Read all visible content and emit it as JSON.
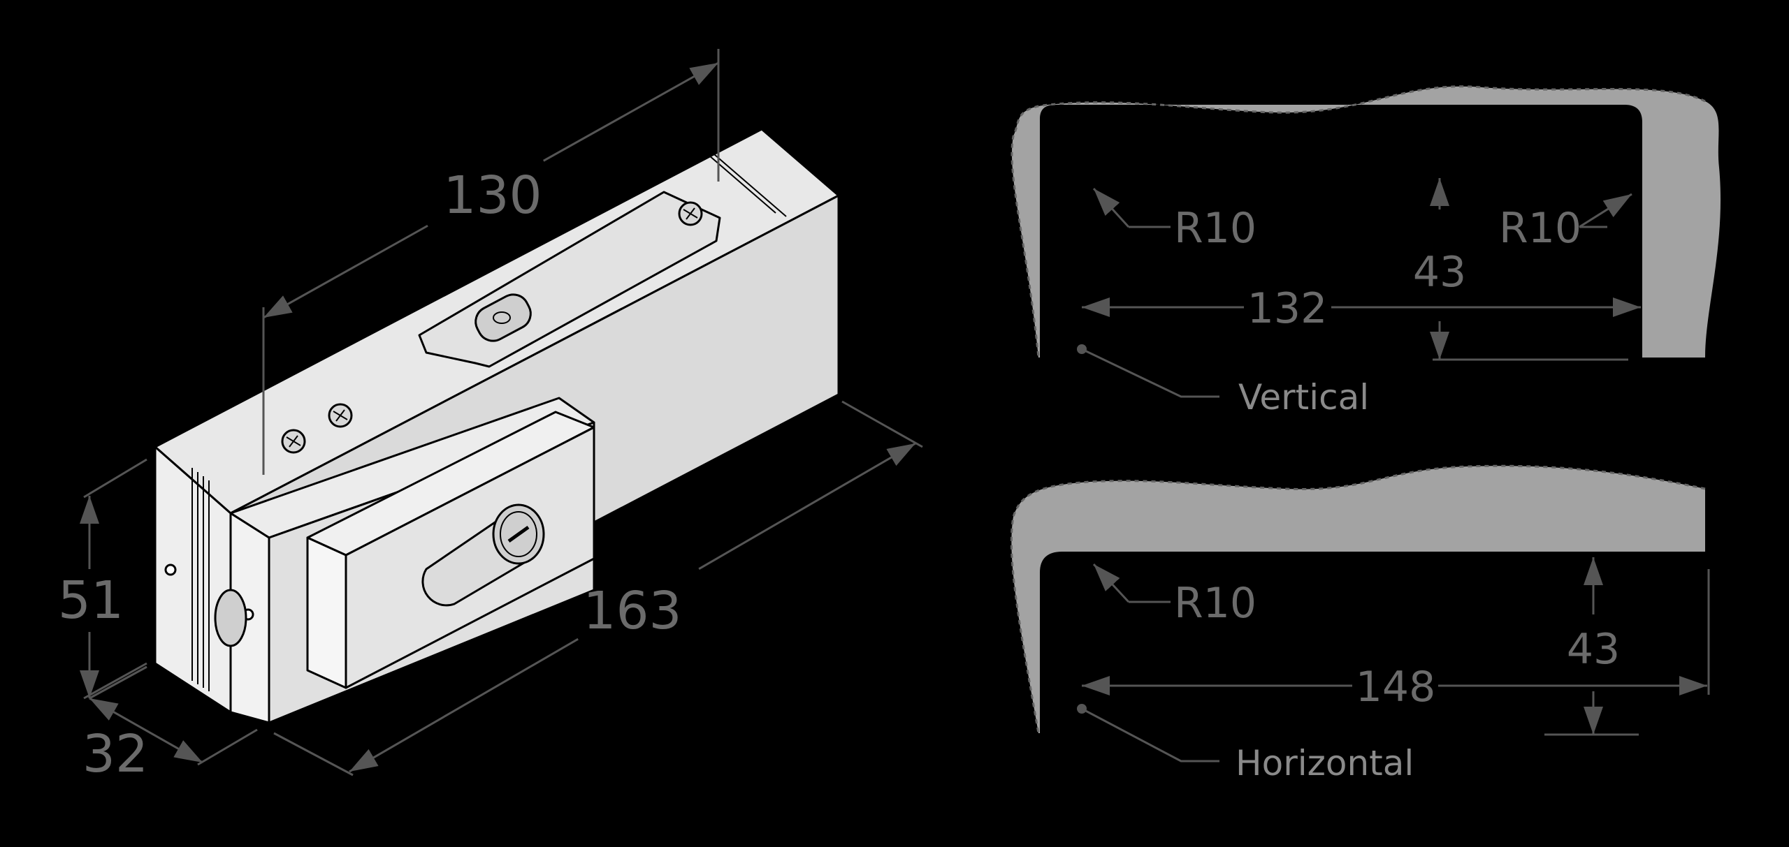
{
  "colors": {
    "background": "#000000",
    "body_light": "#e6e6e6",
    "body_mid": "#d2d2d2",
    "body_dark": "#bdbdbd",
    "profile_fill": "#a3a3a3",
    "dimension": "#555555",
    "dimension_text": "#6b6b6b",
    "label_text": "#8a8a8a"
  },
  "fitting_dimensions": {
    "top_length": "130",
    "side_length": "163",
    "height": "51",
    "depth": "32"
  },
  "profile_vertical": {
    "radius_left": "R10",
    "radius_right": "R10",
    "height": "43",
    "width": "132",
    "label": "Vertical"
  },
  "profile_horizontal": {
    "radius_left": "R10",
    "height": "43",
    "width": "148",
    "label": "Horizontal"
  }
}
